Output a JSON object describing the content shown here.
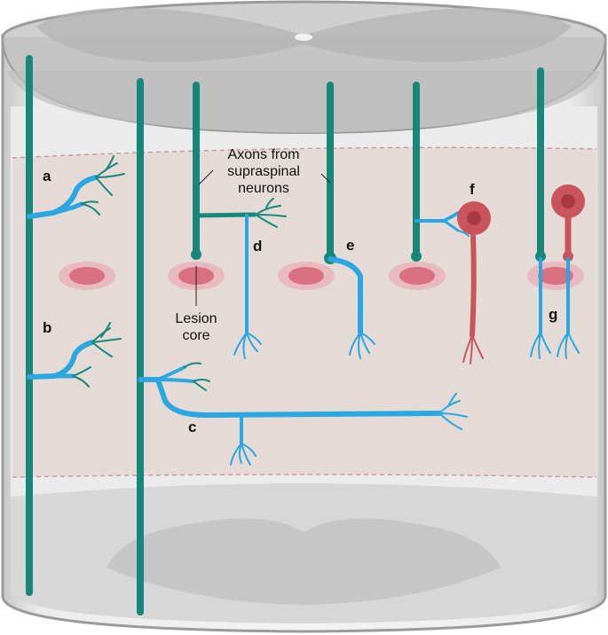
{
  "annotations": {
    "axons_line1": "Axons from",
    "axons_line2": "supraspinal",
    "axons_line3": "neurons",
    "lesion_line1": "Lesion",
    "lesion_line2": "core"
  },
  "panel_labels": [
    "a",
    "b",
    "c",
    "d",
    "e",
    "f",
    "g"
  ],
  "colors": {
    "axon_teal": "#17877b",
    "sprout_blue": "#2aa7e0",
    "lesion": "#d97a8a",
    "neuron_red": "#c9545c",
    "lesion_zone": "#e6ddd8",
    "cord_gray": "#d9d9d9"
  }
}
